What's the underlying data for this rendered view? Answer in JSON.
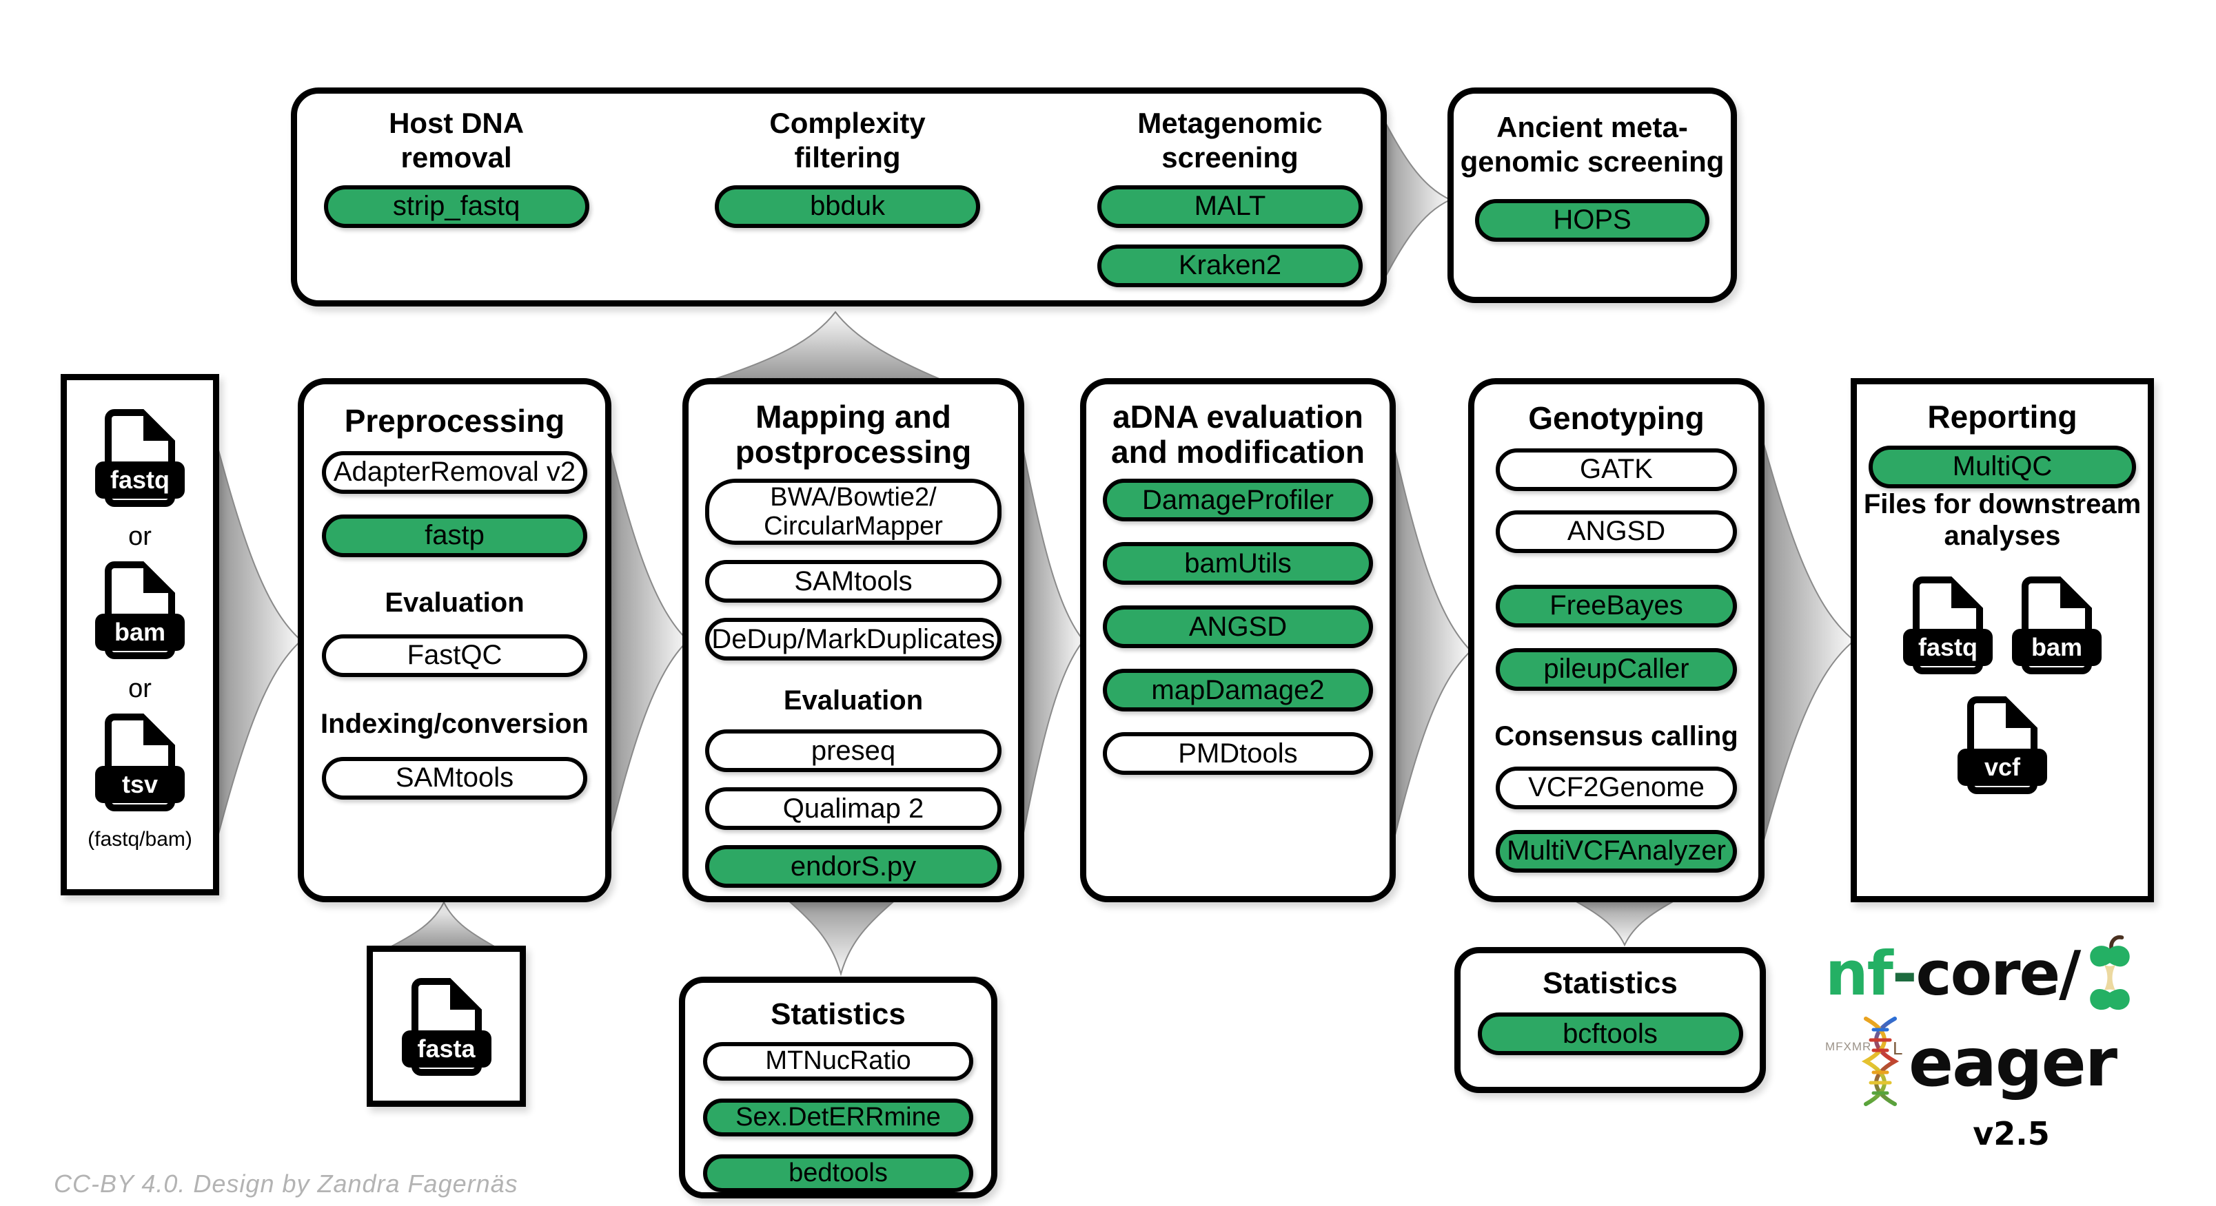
{
  "colors": {
    "green": "#2DA864",
    "logo_green": "#24B064",
    "arrow_gray": "#8f8f8f",
    "credit_gray": "#b3b3b3"
  },
  "screening": {
    "columns": [
      {
        "title": "Host DNA\nremoval",
        "tools": [
          {
            "label": "strip_fastq",
            "variant": "green"
          }
        ]
      },
      {
        "title": "Complexity\nfiltering",
        "tools": [
          {
            "label": "bbduk",
            "variant": "green"
          }
        ]
      },
      {
        "title": "Metagenomic\nscreening",
        "tools": [
          {
            "label": "MALT",
            "variant": "green"
          },
          {
            "label": "Kraken2",
            "variant": "green"
          }
        ]
      }
    ]
  },
  "ancient_screening": {
    "title": "Ancient meta-\ngenomic screening",
    "tools": [
      {
        "label": "HOPS",
        "variant": "green"
      }
    ]
  },
  "input": {
    "or_labels": [
      "or",
      "or"
    ],
    "caption": "(fastq/bam)",
    "files": [
      {
        "label": "fastq"
      },
      {
        "label": "bam"
      },
      {
        "label": "tsv"
      }
    ]
  },
  "preprocessing": {
    "title": "Preprocessing",
    "tools": [
      {
        "label": "AdapterRemoval v2",
        "variant": "white"
      },
      {
        "label": "fastp",
        "variant": "green"
      }
    ],
    "evaluation_heading": "Evaluation",
    "evaluation_tools": [
      {
        "label": "FastQC",
        "variant": "white"
      }
    ],
    "indexing_heading": "Indexing/conversion",
    "indexing_tools": [
      {
        "label": "SAMtools",
        "variant": "white"
      }
    ]
  },
  "mapping": {
    "title": "Mapping and\npostprocessing",
    "tools": [
      {
        "label": "BWA/Bowtie2/\nCircularMapper",
        "variant": "white"
      },
      {
        "label": "SAMtools",
        "variant": "white"
      },
      {
        "label": "DeDup/MarkDuplicates",
        "variant": "white"
      }
    ],
    "evaluation_heading": "Evaluation",
    "evaluation_tools": [
      {
        "label": "preseq",
        "variant": "white"
      },
      {
        "label": "Qualimap 2",
        "variant": "white"
      },
      {
        "label": "endorS.py",
        "variant": "green"
      }
    ]
  },
  "adna": {
    "title": "aDNA evaluation\nand modification",
    "tools": [
      {
        "label": "DamageProfiler",
        "variant": "green"
      },
      {
        "label": "bamUtils",
        "variant": "green"
      },
      {
        "label": "ANGSD",
        "variant": "green"
      },
      {
        "label": "mapDamage2",
        "variant": "green"
      },
      {
        "label": "PMDtools",
        "variant": "white"
      }
    ]
  },
  "genotyping": {
    "title": "Genotyping",
    "tools": [
      {
        "label": "GATK",
        "variant": "white"
      },
      {
        "label": "ANGSD",
        "variant": "white"
      },
      {
        "label": "FreeBayes",
        "variant": "green"
      },
      {
        "label": "pileupCaller",
        "variant": "green"
      }
    ],
    "consensus_heading": "Consensus calling",
    "consensus_tools": [
      {
        "label": "VCF2Genome",
        "variant": "white"
      },
      {
        "label": "MultiVCFAnalyzer",
        "variant": "green"
      }
    ]
  },
  "reporting": {
    "title": "Reporting",
    "tools": [
      {
        "label": "MultiQC",
        "variant": "green"
      }
    ],
    "files_heading": "Files for downstream\nanalyses",
    "files": [
      {
        "label": "fastq"
      },
      {
        "label": "bam"
      },
      {
        "label": "vcf"
      }
    ]
  },
  "reference": {
    "files": [
      {
        "label": "fasta"
      }
    ]
  },
  "statistics_mapping": {
    "title": "Statistics",
    "tools": [
      {
        "label": "MTNucRatio",
        "variant": "white"
      },
      {
        "label": "Sex.DetERRmine",
        "variant": "green"
      },
      {
        "label": "bedtools",
        "variant": "green"
      }
    ]
  },
  "statistics_genotyping": {
    "title": "Statistics",
    "tools": [
      {
        "label": "bcftools",
        "variant": "green"
      }
    ]
  },
  "logo": {
    "prefix": "nf",
    "hyphen": "-",
    "suffix": "core/",
    "name": "eager",
    "version": "v2.5",
    "runes": "MFXMR"
  },
  "credit": "CC-BY 4.0. Design by Zandra Fagernäs"
}
